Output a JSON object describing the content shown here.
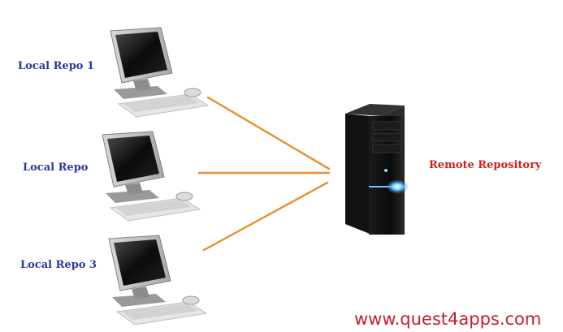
{
  "nodes": {
    "local1": "Local Repo 1",
    "local2": "Local Repo",
    "local3": "Local Repo 3",
    "remote": "Remote Repository"
  },
  "watermark": "www.quest4apps.com",
  "icons": {
    "local_computers": "desktop-computer-icon",
    "remote_server": "tower-server-icon"
  },
  "colors": {
    "local_label": "#2b3a9a",
    "remote_label": "#cc1f1f",
    "connector": "#e8913a",
    "watermark": "#c81e2a"
  }
}
